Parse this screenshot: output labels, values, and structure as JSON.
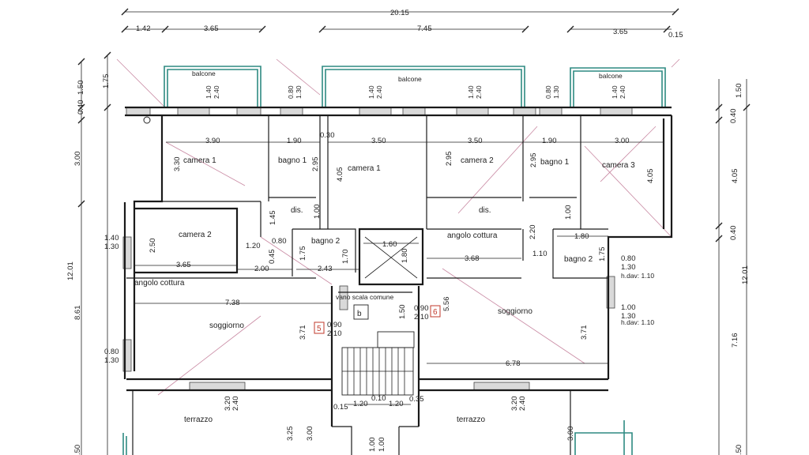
{
  "colors": {
    "wall": "#1a1a1a",
    "balcony_outline": "#2e8a82",
    "diagonal": "#c98aa3",
    "marker_red": "#c0392b"
  },
  "top_dims": {
    "overall": "20.15",
    "d1": "1.42",
    "d2": "3.65",
    "d3": "7.45",
    "d4": "3.65",
    "d5": "0.15"
  },
  "left_dims": {
    "a": "1.50",
    "b": "1.75",
    "c": "0.40",
    "d": "3.00",
    "e": "12.01",
    "f": "8.61",
    "g": ".50"
  },
  "right_dims": {
    "a": "1.50",
    "b": "0.40",
    "c": "4.05",
    "d": "0.40",
    "e": "12.01",
    "f": "7.16",
    "g": ".50"
  },
  "balconies": {
    "left": "balcone",
    "center": "balcone",
    "right": "balcone"
  },
  "window_dims": {
    "w1a": "1.40",
    "w1b": "2.40",
    "w2a": "0.80",
    "w2b": "1.30",
    "w3a": "1.40",
    "w3b": "2.40",
    "w4a": "1.40",
    "w4b": "2.40",
    "w5a": "0.80",
    "w5b": "1.30",
    "w6a": "1.40",
    "w6b": "2.40"
  },
  "rooms": {
    "camera1_left": "camera 1",
    "bagno1_left": "bagno 1",
    "camera1_mid": "camera 1",
    "camera2_mid": "camera 2",
    "bagno1_right": "bagno 1",
    "camera3": "camera 3",
    "camera2_left": "camera 2",
    "dis_left": "dis.",
    "dis_right": "dis.",
    "bagno2_left": "bagno 2",
    "angolo_right": "angolo cottura",
    "bagno2_right": "bagno 2",
    "angolo_left": "angolo cottura",
    "soggiorno_left": "soggiorno",
    "soggiorno_right": "soggiorno",
    "vano_scala": "vano scala comune",
    "terrazzo_left": "terrazzo",
    "terrazzo_right": "terrazzo",
    "b_label": "b"
  },
  "room_dims": {
    "r390": "3.90",
    "r190a": "1.90",
    "r030": "0.30",
    "r350a": "3.50",
    "r350b": "3.50",
    "r190b": "1.90",
    "r300": "3.00",
    "r330": "3.30",
    "r295a": "2.95",
    "r405a": "4.05",
    "r295b": "2.95",
    "r295c": "2.95",
    "r405b": "4.05",
    "r145": "1.45",
    "r100a": "1.00",
    "r100b": "1.00",
    "r140": "1.40",
    "r130": "1.30",
    "r250": "2.50",
    "r365": "3.65",
    "r120": "1.20",
    "r080a": "0.80",
    "r045": "0.45",
    "r200": "2.00",
    "r175a": "1.75",
    "r243": "2.43",
    "r170": "1.70",
    "r160": "1.60",
    "r180a": "1.80",
    "r368": "3.68",
    "r220": "2.20",
    "r110": "1.10",
    "r180b": "1.80",
    "r175b": "1.75",
    "r080b": "0.80",
    "r130b": "1.30",
    "hdav1": "h.dav: 1.10",
    "r738": "7.38",
    "r371a": "3.71",
    "r556": "5.56",
    "r150": "1.50",
    "r371b": "3.71",
    "r090a": "0.90",
    "r210a": "2.10",
    "r090b": "0.90",
    "r210b": "2.10",
    "r100c": "1.00",
    "r130c": "1.30",
    "hdav2": "h.dav: 1.10",
    "r080c": "0.80",
    "r130d": "1.30",
    "r678": "6.78",
    "r320a": "3.20",
    "r240a": "2.40",
    "r320b": "3.20",
    "r240b": "2.40",
    "r325": "3.25",
    "r300b": "3.00",
    "r300c": "3.00",
    "r015": "0.15",
    "r120b": "1.20",
    "r010": "0.10",
    "r120c": "1.20",
    "r035": "0.35",
    "r100d": "1.00",
    "r100e": "1.00"
  },
  "markers": {
    "m5": "5",
    "m6": "6"
  }
}
